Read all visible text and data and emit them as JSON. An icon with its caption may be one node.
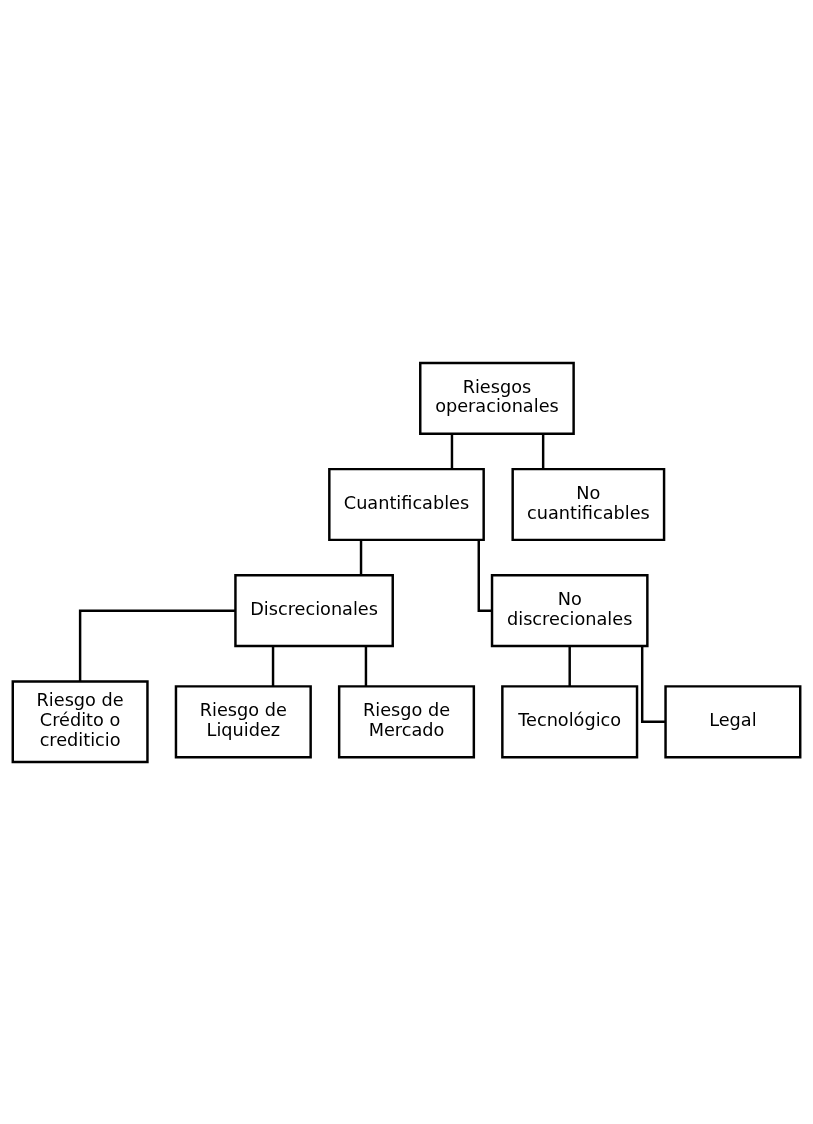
{
  "diagram": {
    "nodes": [
      {
        "text": [
          "Riesgos operacionales"
        ]
      },
      {
        "text": [
          "Cuantificables"
        ]
      },
      {
        "text": [
          "No cuantificables"
        ]
      },
      {
        "text": [
          "Discrecionales"
        ]
      },
      {
        "text": [
          "No discrecionales"
        ]
      },
      {
        "text": [
          "Riesgo de Crédito o crediticio"
        ]
      },
      {
        "text": [
          "Riesgo de Liquidez"
        ]
      },
      {
        "text": [
          "Riesgo de Mercado"
        ]
      },
      {
        "text": [
          "Tecnológico"
        ]
      },
      {
        "text": [
          "Legal"
        ]
      }
    ],
    "edges": [
      {
        "from": 0,
        "to": 1,
        "arrow": "none"
      },
      {
        "from": 0,
        "to": 2,
        "arrow": "none"
      },
      {
        "from": 1,
        "to": 3,
        "arrow": "none"
      },
      {
        "from": 1,
        "to": 4,
        "arrow": "none"
      },
      {
        "from": 3,
        "to": 5,
        "arrow": "none"
      },
      {
        "from": 3,
        "to": 6,
        "arrow": "none"
      },
      {
        "from": 3,
        "to": 7,
        "arrow": "none"
      },
      {
        "from": 4,
        "to": 8,
        "arrow": "none"
      },
      {
        "from": 4,
        "to": 9,
        "arrow": "none"
      }
    ]
  }
}
